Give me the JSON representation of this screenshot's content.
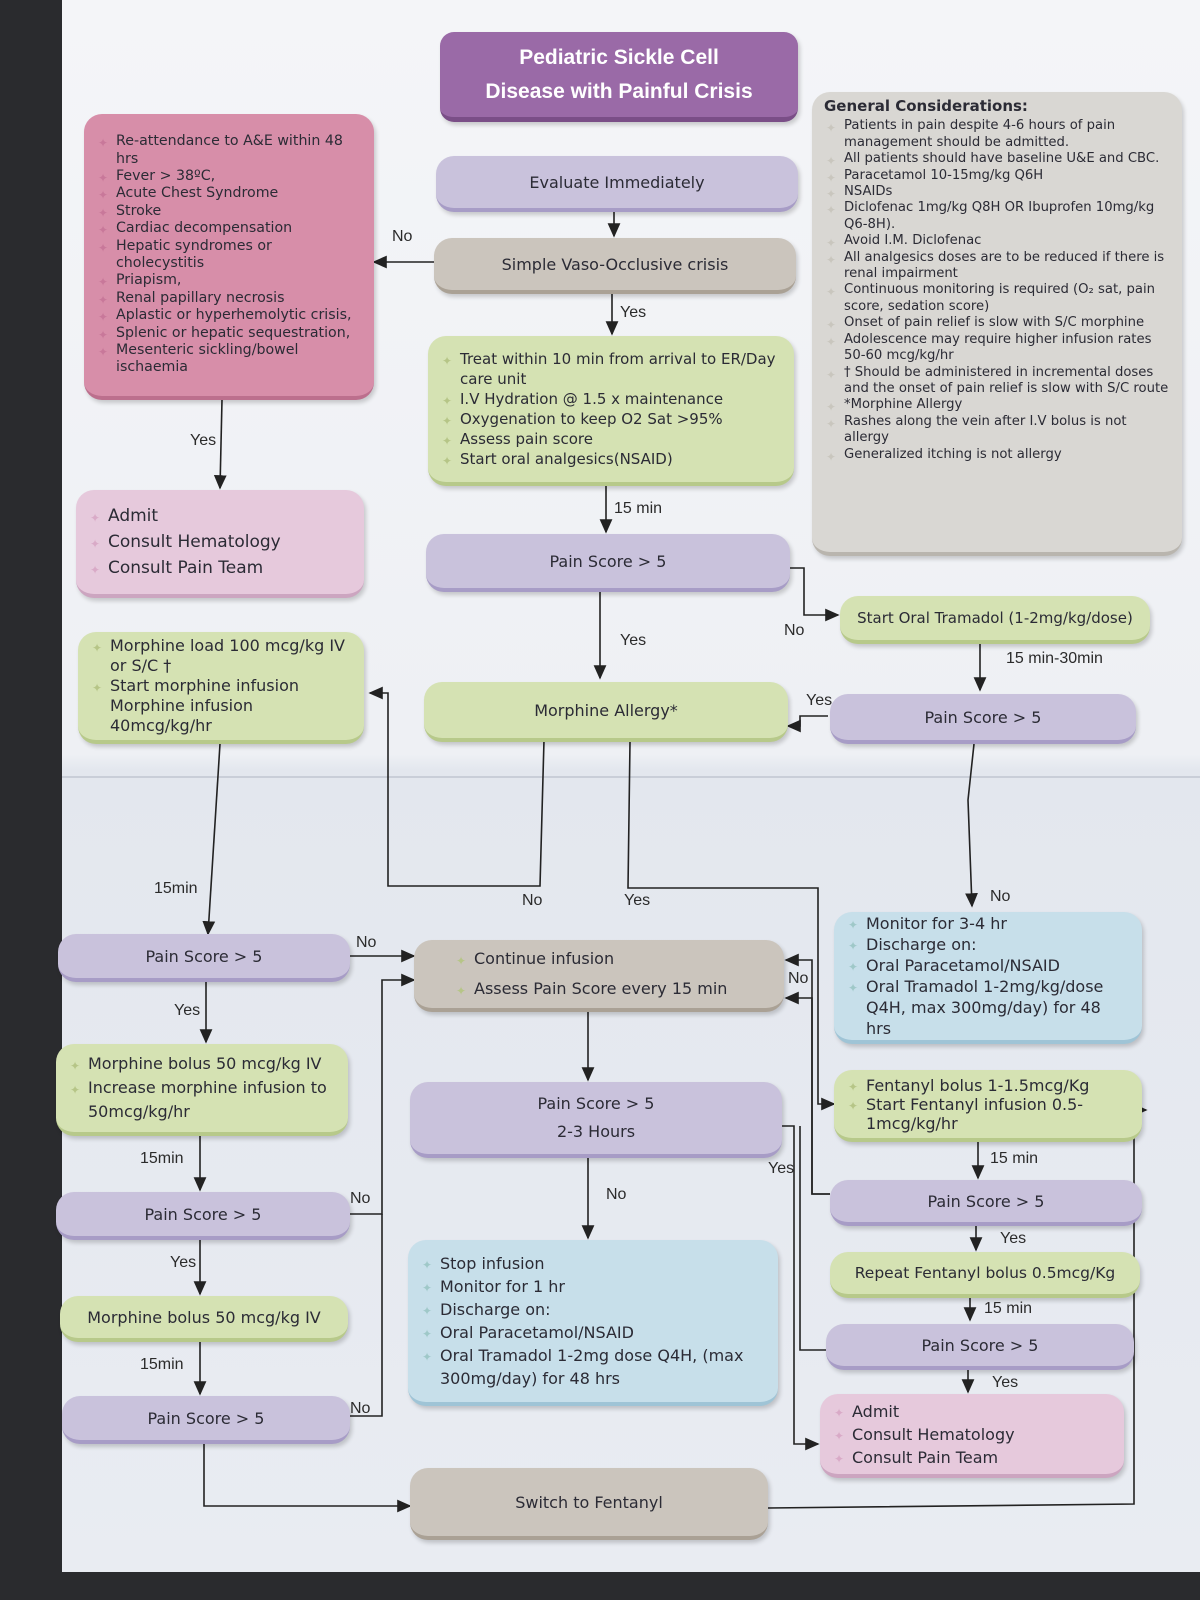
{
  "title": {
    "line1": "Pediatric Sickle Cell",
    "line2": "Disease with Painful Crisis"
  },
  "colors": {
    "title": "#9a6aa7",
    "pain_score": "#c9c2dc",
    "treatment": "#d5e2b3",
    "discharge": "#c7dfea",
    "admit": "#e6c9dc",
    "complications": "#d78ea9",
    "infusion": "#cbc5bd"
  },
  "complications": [
    "Re-attendance to A&E within 48 hrs",
    "Fever > 38ºC,",
    "Acute Chest Syndrome",
    "Stroke",
    "Cardiac decompensation",
    "Hepatic syndromes or cholecystitis",
    "Priapism,",
    "Renal papillary necrosis",
    "Aplastic or hyperhemolytic crisis,",
    "Splenic or hepatic sequestration,",
    "Mesenteric sickling/bowel ischaemia"
  ],
  "admit_top": [
    "Admit",
    "Consult Hematology",
    "Consult Pain Team"
  ],
  "evaluate": "Evaluate Immediately",
  "simple_voc": "Simple Vaso-Occlusive crisis",
  "treat": [
    "Treat within 10 min from arrival to ER/Day care unit",
    "I.V Hydration @ 1.5 x maintenance",
    "Oxygenation to keep O2 Sat >95%",
    "Assess pain score",
    "Start oral analgesics(NSAID)"
  ],
  "pain_score": "Pain  Score  > 5",
  "morphine_allergy": "Morphine Allergy*",
  "morphine_load": [
    "Morphine load 100 mcg/kg IV or S/C †",
    "Start morphine infusion Morphine infusion 40mcg/kg/hr"
  ],
  "tramadol_start": "Start Oral Tramadol (1-2mg/kg/dose)",
  "general": {
    "heading": "General Considerations:",
    "items": [
      "Patients in pain despite 4-6 hours of pain management should be admitted.",
      "All patients should have baseline U&E and CBC.",
      "Paracetamol 10-15mg/kg Q6H",
      "NSAIDs",
      "Diclofenac 1mg/kg Q8H OR Ibuprofen 10mg/kg Q6-8H).",
      "Avoid I.M. Diclofenac",
      "All analgesics doses are to be reduced if there is renal impairment",
      "Continuous monitoring is required (O₂ sat, pain score, sedation score)",
      "Onset of pain relief is slow with S/C  morphine",
      "Adolescence may require higher infusion rates 50-60 mcg/kg/hr",
      "† Should be administered in incremental doses and the onset of pain relief is slow with S/C route",
      "*Morphine Allergy",
      "Rashes along the vein after I.V bolus is not allergy",
      "Generalized itching is not allergy"
    ]
  },
  "monitor_discharge": [
    "Monitor for 3-4 hr",
    "Discharge on:",
    "Oral Paracetamol/NSAID",
    "Oral  Tramadol  1-2mg/kg/dose Q4H, max 300mg/day) for 48 hrs"
  ],
  "continue_infusion": [
    "Continue infusion",
    "Assess Pain Score every 15 min"
  ],
  "pain_score_23": {
    "line1": "Pain  Score  > 5",
    "line2": "2-3 Hours"
  },
  "stop_infusion": [
    "Stop infusion",
    "Monitor for 1 hr",
    "Discharge on:",
    "Oral Paracetamol/NSAID",
    "Oral  Tramadol  1-2mg  dose  Q4H,  (max 300mg/day) for 48 hrs"
  ],
  "morphine_bolus_increase": [
    "Morphine bolus  50 mcg/kg IV",
    "Increase morphine infusion to 50mcg/kg/hr"
  ],
  "morphine_bolus": "Morphine bolus  50 mcg/kg IV",
  "switch_fentanyl": "Switch to Fentanyl",
  "fentanyl_bolus": [
    "Fentanyl bolus 1-1.5mcg/Kg",
    "Start  Fentanyl  infusion  0.5-1mcg/kg/hr"
  ],
  "repeat_fentanyl": "Repeat Fentanyl bolus 0.5mcg/Kg",
  "admit_bottom": [
    "Admit",
    "Consult Hematology",
    "Consult Pain Team"
  ],
  "labels": {
    "yes": "Yes",
    "no": "No",
    "t15": "15 min",
    "t15b": "15min",
    "t15_30": "15 min-30min"
  }
}
